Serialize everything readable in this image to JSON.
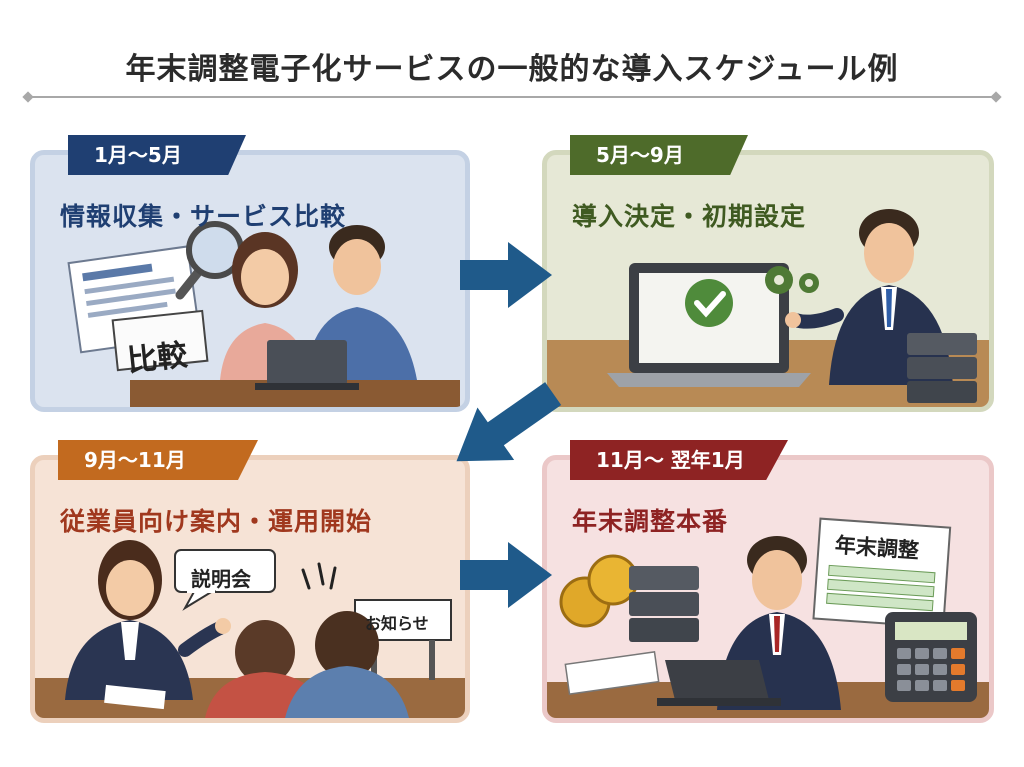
{
  "title": "年末調整電子化サービスの一般的な導入スケジュール例",
  "phases": [
    {
      "period": "1月～5月",
      "title": "情報収集・サービス比較",
      "label": "比較",
      "color": "#1f3f72"
    },
    {
      "period": "5月～9月",
      "title": "導入決定・初期設定",
      "color": "#4e6b2a"
    },
    {
      "period": "9月～11月",
      "title": "従業員向け案内・運用開始",
      "speech": "説明会",
      "sign": "お知らせ",
      "color": "#c26a1f"
    },
    {
      "period": "11月～ 翌年1月",
      "title": "年末調整本番",
      "document": "年末調整",
      "color": "#8e2323"
    }
  ],
  "arrow_color": "#1f5a8a"
}
